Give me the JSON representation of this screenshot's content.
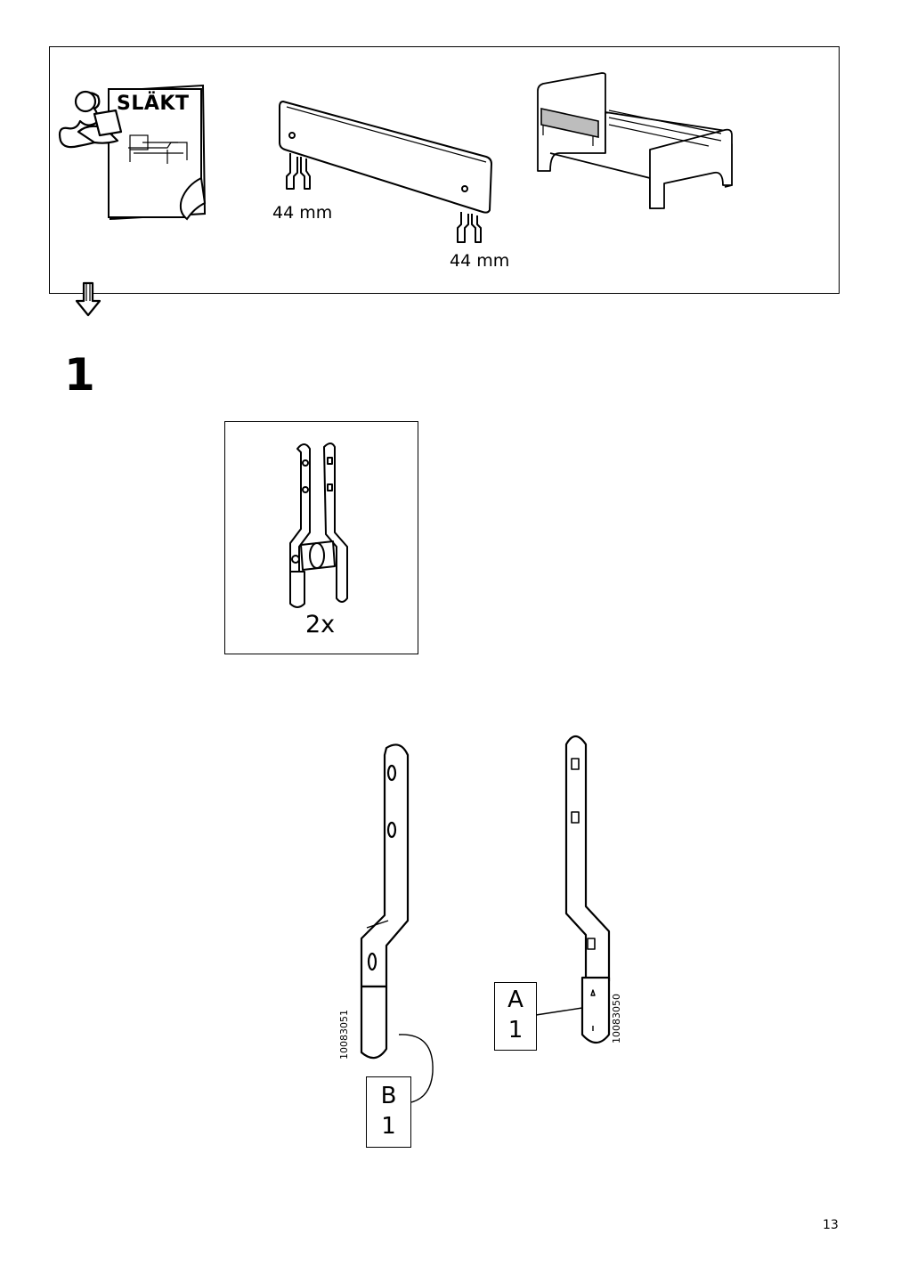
{
  "top_panel": {
    "manual_title": "SLÄKT",
    "dimension_left": "44 mm",
    "dimension_right": "44 mm"
  },
  "step": {
    "number": "1",
    "quantity": "2x"
  },
  "parts": {
    "left_part_code": "10083051",
    "right_part_code": "10083050",
    "tag_a_letter": "A",
    "tag_a_number": "1",
    "tag_b_letter": "B",
    "tag_b_number": "1"
  },
  "page_number": "13",
  "icons": {
    "read_manual": "person-reading-manual-icon",
    "next_step_arrow": "down-arrow-icon",
    "guard_rail": "guard-rail-illustration",
    "bed": "extendable-bed-illustration",
    "hinge": "hinge-bracket-illustration"
  }
}
